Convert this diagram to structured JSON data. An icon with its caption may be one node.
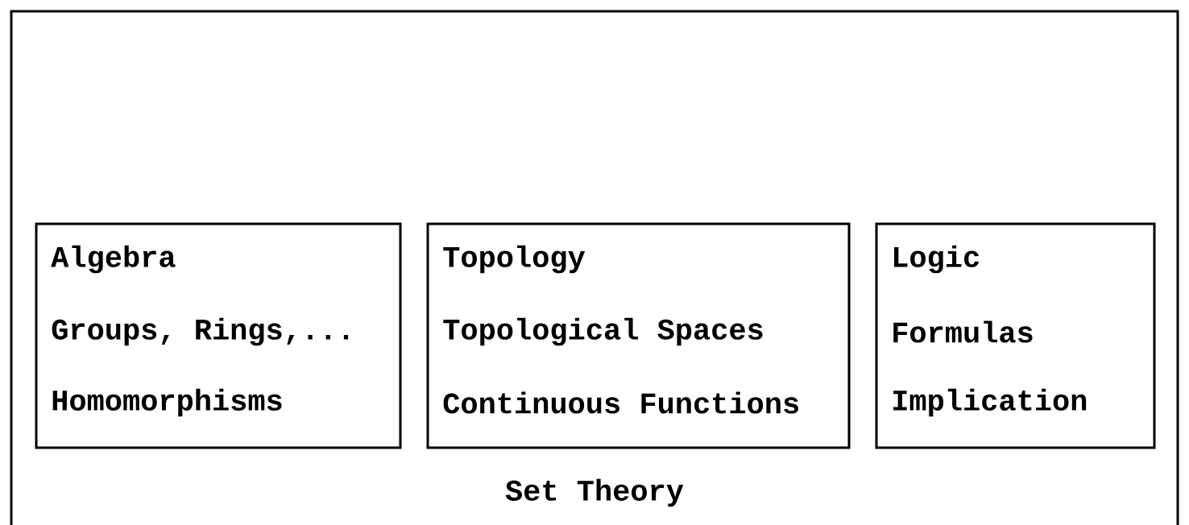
{
  "diagram": {
    "nodes": [
      {
        "text": [
          "Set Theory"
        ]
      },
      {
        "text": [
          "Algebra",
          "Groups, Rings,...",
          "Homomorphisms"
        ],
        "in": 0
      },
      {
        "text": [
          "Topology",
          "Topological Spaces",
          "Continuous Functions"
        ],
        "in": 0
      },
      {
        "text": [
          "Logic",
          "Formulas",
          "Implication"
        ],
        "in": 0
      }
    ]
  }
}
